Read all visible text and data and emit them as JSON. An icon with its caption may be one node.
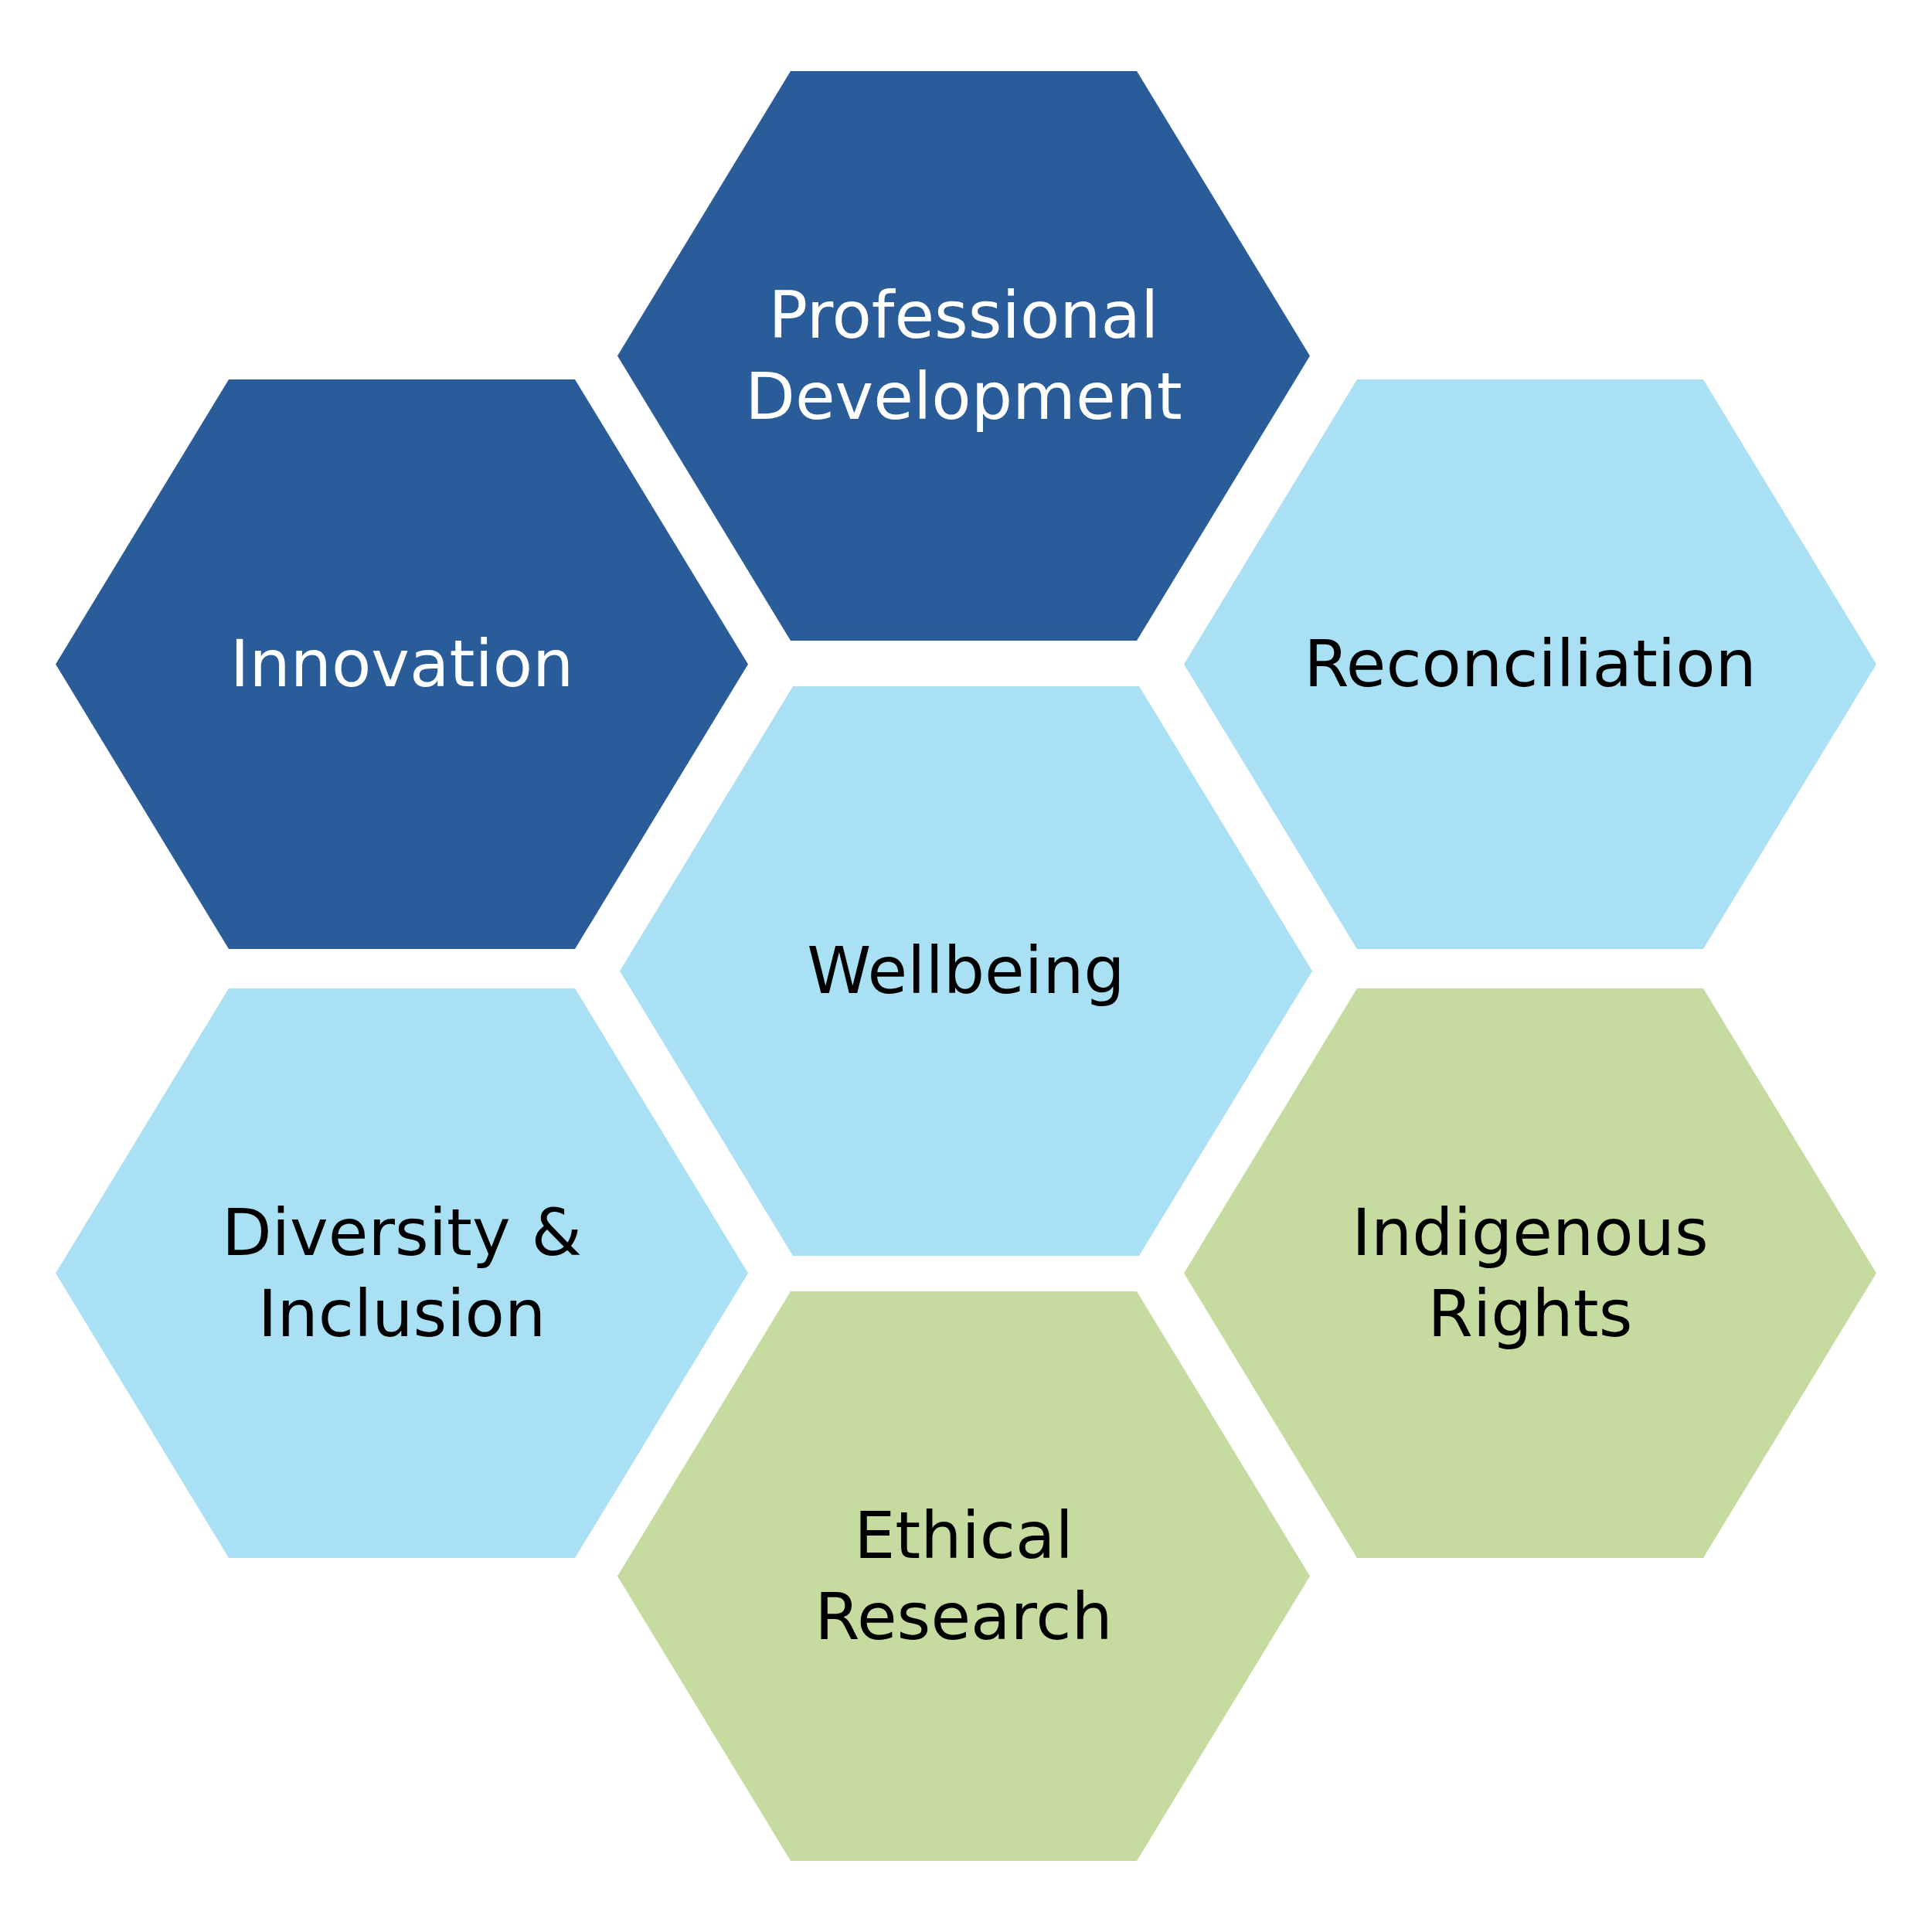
{
  "diagram": {
    "nodes": [
      {
        "text": [
          "Professional Development"
        ]
      },
      {
        "text": [
          "Innovation"
        ]
      },
      {
        "text": [
          "Reconciliation"
        ]
      },
      {
        "text": [
          "Wellbeing"
        ]
      },
      {
        "text": [
          "Diversity & Inclusion"
        ]
      },
      {
        "text": [
          "Indigenous Rights"
        ]
      },
      {
        "text": [
          "Ethical Research"
        ]
      }
    ]
  }
}
